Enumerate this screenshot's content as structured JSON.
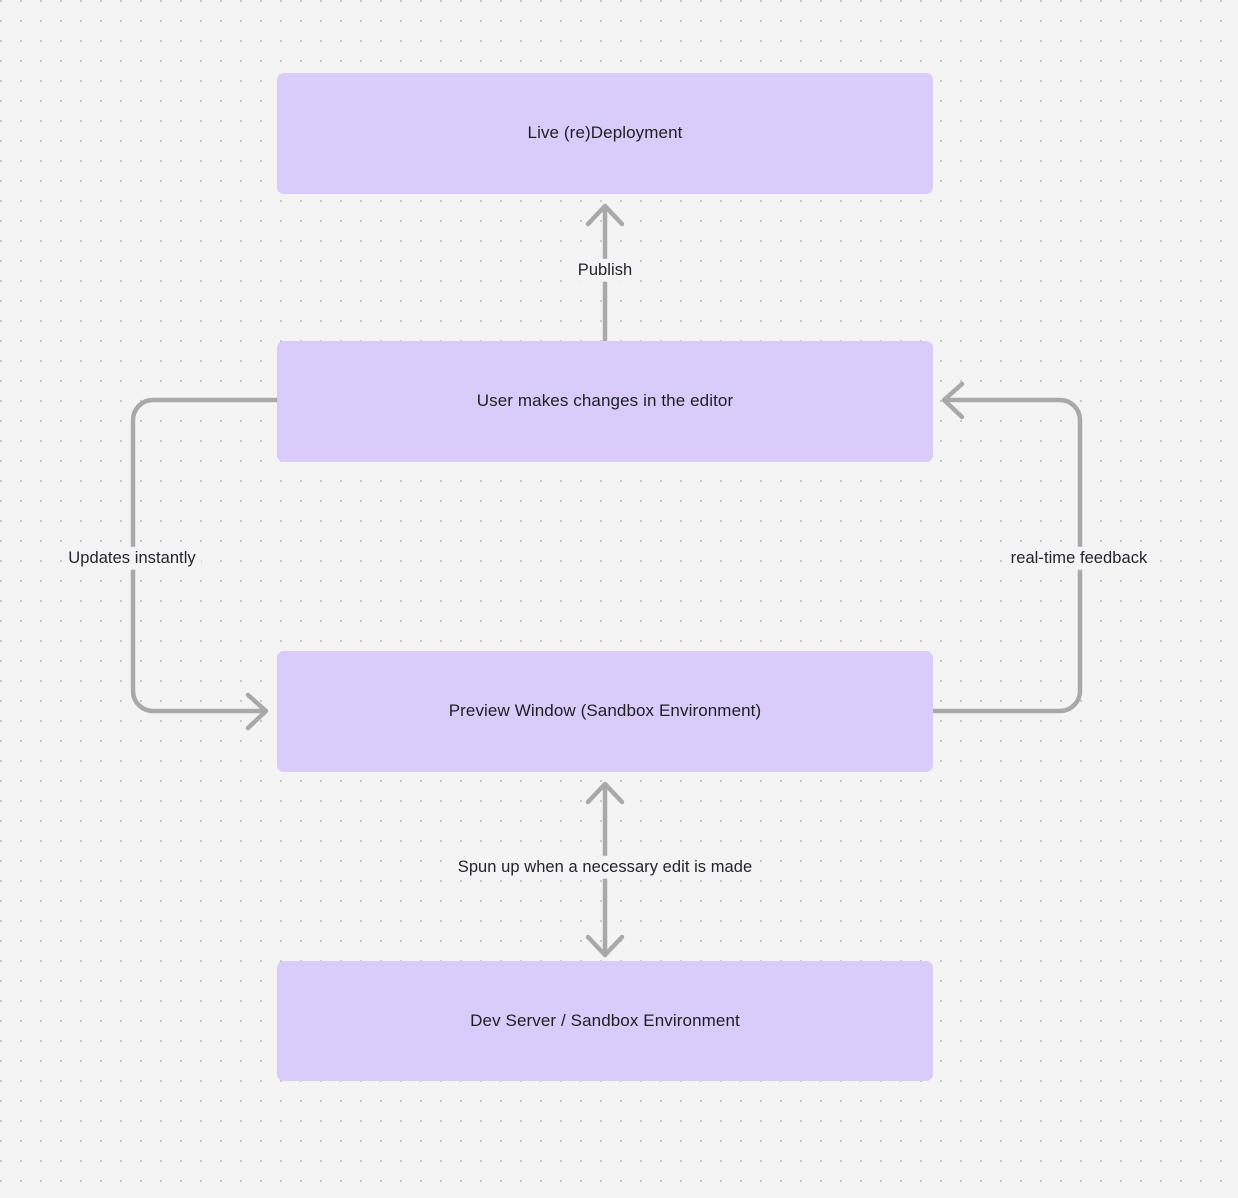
{
  "diagram": {
    "type": "flowchart",
    "background_color": "#f4f4f4",
    "node_fill_color": "#d9cbfa",
    "edge_color": "#a9a9a9",
    "text_color": "#24242a",
    "nodes": [
      {
        "id": "live-deployment",
        "label": "Live (re)Deployment"
      },
      {
        "id": "user-edit",
        "label": "User makes changes in the editor"
      },
      {
        "id": "preview-window",
        "label": "Preview Window (Sandbox Environment)"
      },
      {
        "id": "dev-server",
        "label": "Dev Server / Sandbox Environment"
      }
    ],
    "edges": [
      {
        "id": "publish",
        "label": "Publish",
        "from": "user-edit",
        "to": "live-deployment",
        "direction": "up"
      },
      {
        "id": "updates-instantly",
        "label": "Updates instantly",
        "from": "user-edit",
        "to": "preview-window",
        "direction": "left-loop"
      },
      {
        "id": "real-time-feedback",
        "label": "real-time feedback",
        "from": "preview-window",
        "to": "user-edit",
        "direction": "right-loop"
      },
      {
        "id": "spun-up",
        "label": "Spun up when a necessary edit is made",
        "from": "preview-window",
        "to": "dev-server",
        "direction": "bidirectional"
      }
    ]
  }
}
